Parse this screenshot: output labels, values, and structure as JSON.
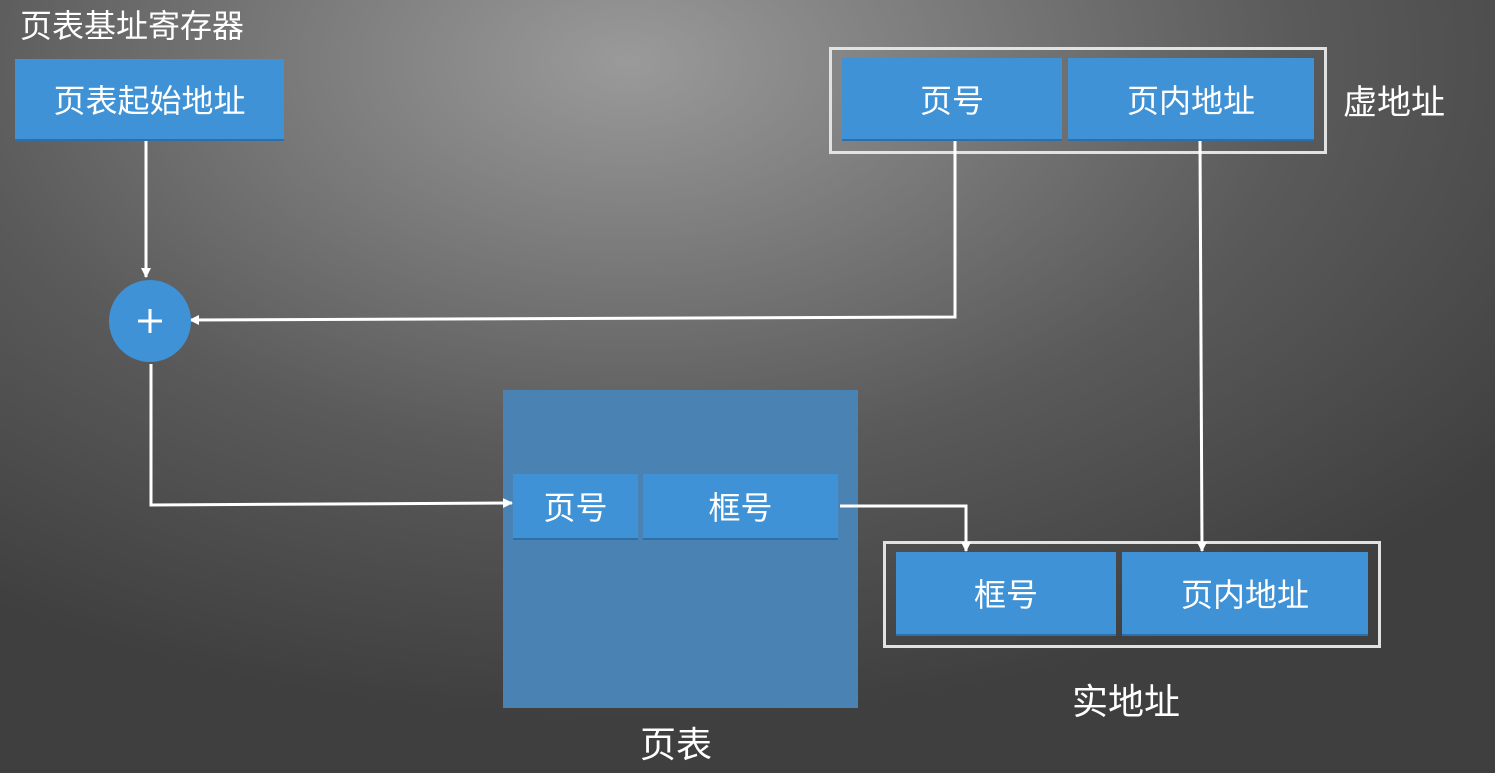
{
  "register_title": "页表基址寄存器",
  "register_cell": "页表起始地址",
  "virtual_address": {
    "label": "虚地址",
    "page_number": "页号",
    "page_offset": "页内地址"
  },
  "adder": {
    "icon": "plus-icon"
  },
  "page_table": {
    "label": "页表",
    "entry_page": "页号",
    "entry_frame": "框号"
  },
  "real_address": {
    "label": "实地址",
    "frame_number": "框号",
    "page_offset": "页内地址"
  },
  "colors": {
    "cell_blue": "#3f92d6",
    "table_blue": "#4a82b3",
    "line_white": "#ffffff"
  }
}
